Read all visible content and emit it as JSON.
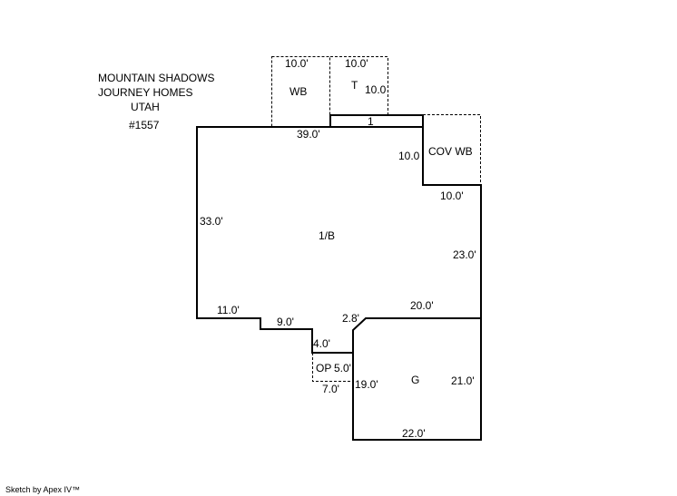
{
  "header": {
    "lines": [
      "MOUNTAIN SHADOWS",
      "JOURNEY HOMES",
      "UTAH",
      "#1557"
    ]
  },
  "areas": {
    "main": "1/B",
    "wood_bay": "WB",
    "t": "T",
    "covered_wb": "COV WB",
    "open_porch": "OP",
    "garage": "G",
    "small_box": "1"
  },
  "dimensions": {
    "wb_top": "10.0'",
    "t_top": "10.0'",
    "t_side": "10.0",
    "main_top": "39.0'",
    "cov_left": "10.0",
    "cov_bottom": "10.0'",
    "main_left": "33.0'",
    "right_upper": "23.0'",
    "bottom_left": "11.0'",
    "step": "9.0'",
    "step_down": "4.0'",
    "chamfer": "2.8'",
    "garage_top": "20.0'",
    "op_side": "5.0'",
    "op_bottom": "7.0'",
    "garage_left": "19.0'",
    "garage_right": "21.0'",
    "garage_bottom": "22.0'"
  },
  "footer": "Sketch by Apex IV™"
}
